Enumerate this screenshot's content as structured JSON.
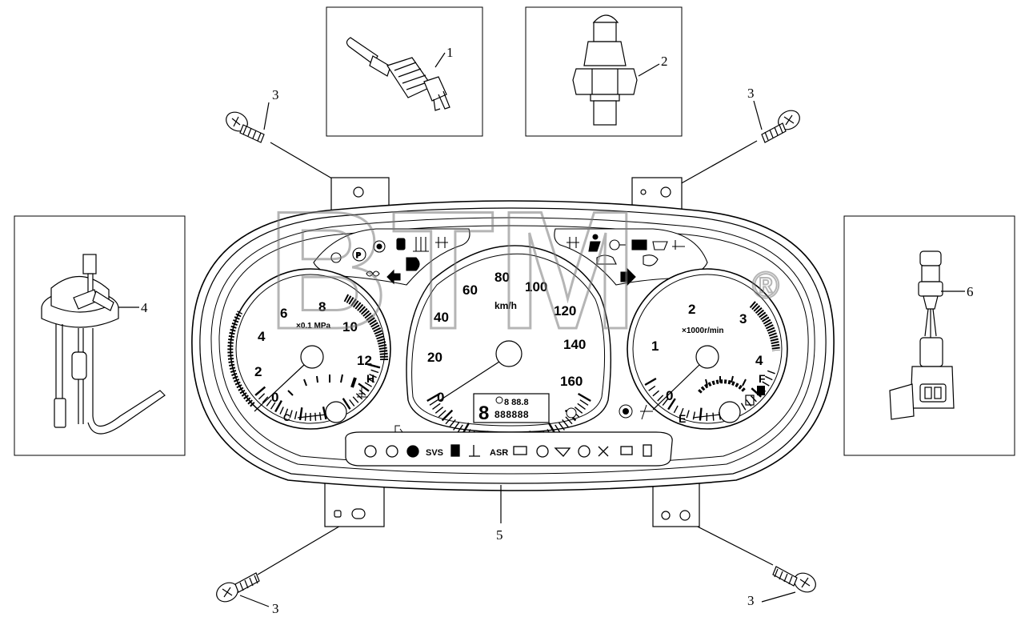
{
  "callouts": {
    "c1": "1",
    "c2": "2",
    "c3a": "3",
    "c3b": "3",
    "c3c": "3",
    "c3d": "3",
    "c4": "4",
    "c5": "5",
    "c6": "6"
  },
  "left_gauge": {
    "ticks": [
      "0",
      "2",
      "4",
      "6",
      "8",
      "10",
      "12"
    ],
    "unit": "×0.1 MPa",
    "temp_hot": "H",
    "temp_cold": "C"
  },
  "speedometer": {
    "ticks": [
      "0",
      "20",
      "40",
      "60",
      "80",
      "100",
      "120",
      "140",
      "160"
    ],
    "unit": "km/h",
    "odometer_top": "8 88.8",
    "odometer_bottom": "888888",
    "gear": "8"
  },
  "tachometer": {
    "ticks": [
      "0",
      "1",
      "2",
      "3",
      "4"
    ],
    "unit": "×1000r/min",
    "fuel_full": "F",
    "fuel_empty": "E"
  },
  "warning_bar": {
    "svs": "SVS",
    "asr": "ASR"
  },
  "watermark": {
    "text": "BTM",
    "mark": "®"
  },
  "colors": {
    "line": "#000000",
    "watermark": "#9a9a9a",
    "background": "#ffffff"
  }
}
